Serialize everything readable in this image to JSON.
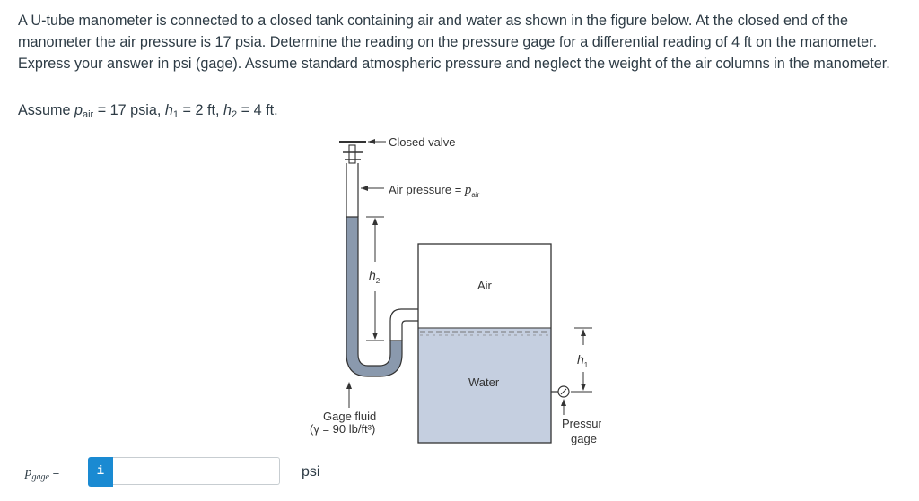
{
  "problem": {
    "text": "A U-tube manometer is connected to a closed tank containing air and water as shown in the figure below. At the closed end of the manometer the air pressure is 17 psia. Determine the reading on the pressure gage for a differential reading of 4 ft on the manometer. Express your answer in psi (gage). Assume standard atmospheric pressure and neglect the weight of the air columns in the manometer.",
    "assume_prefix": "Assume ",
    "p_sym": "p",
    "p_sub": "air",
    "p_val": " = 17 psia, ",
    "h1_sym": "h",
    "h1_sub": "1",
    "h1_val": " = 2 ft, ",
    "h2_sym": "h",
    "h2_sub": "2",
    "h2_val": " = 4 ft."
  },
  "figure": {
    "closed_valve": "Closed valve",
    "air_pressure": "Air pressure = ",
    "p_sym": "p",
    "p_sub": "air",
    "h2_sym": "h",
    "h2_sub": "2",
    "h1_sym": "h",
    "h1_sub": "1",
    "air": "Air",
    "water": "Water",
    "gage_fluid": "Gage fluid",
    "gamma": "(γ = 90 lb/ft³)",
    "pressure": "Pressure",
    "gage": "gage",
    "colors": {
      "gage_fluid": "#8a99ad",
      "water": "#c5cfe0",
      "outline": "#333333"
    }
  },
  "answer": {
    "label_sym": "p",
    "label_sub": "gage",
    "equals": " =",
    "info": "i",
    "value": "",
    "unit": "psi"
  }
}
